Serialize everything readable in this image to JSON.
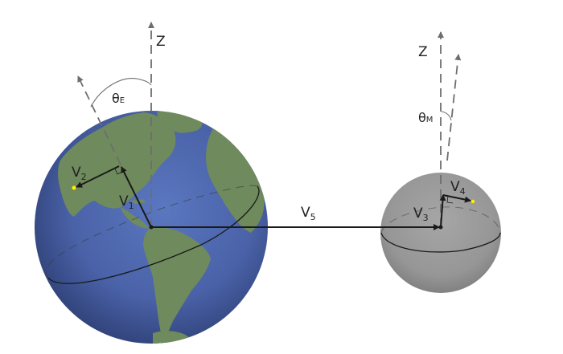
{
  "diagram": {
    "description": "Earth-Moon geometry diagram with vectors V1-V5 and tilt angles",
    "labels": {
      "earth_z": "Z",
      "moon_z": "Z",
      "theta_e": "θ",
      "theta_e_sub": "E",
      "theta_m": "θ",
      "theta_m_sub": "M",
      "v1": "V",
      "v1_sub": "1",
      "v2": "V",
      "v2_sub": "2",
      "v3": "V",
      "v3_sub": "3",
      "v4": "V",
      "v4_sub": "4",
      "v5": "V",
      "v5_sub": "5"
    },
    "colors": {
      "ocean": "#4a62a8",
      "ocean_dark": "#2b3c70",
      "land": "#6f8a5c",
      "moon": "#9a9a9a",
      "moon_dark": "#6e6e6e",
      "vector": "#1a1a1a",
      "axis": "#6d6e70",
      "marker": "#fff200"
    }
  }
}
